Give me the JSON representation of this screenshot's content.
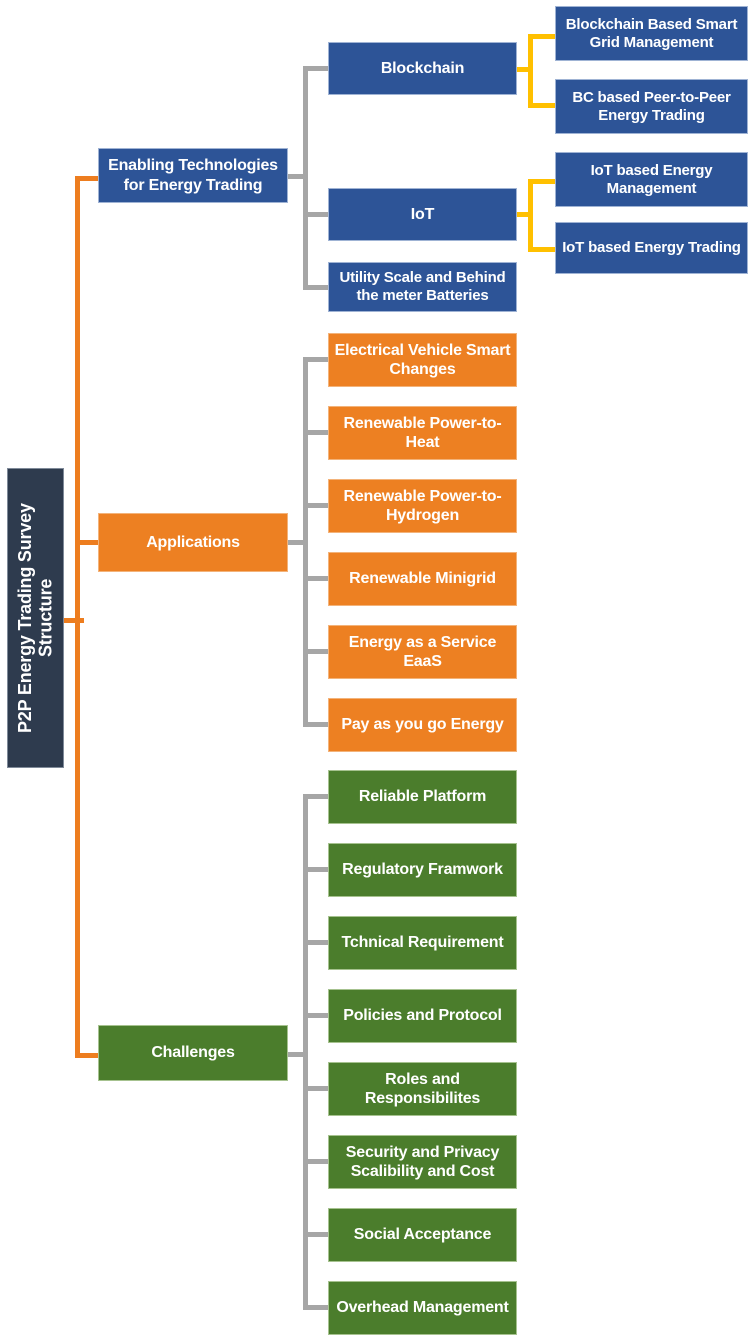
{
  "diagram": {
    "title": "P2P Energy Trading Survey Structure",
    "type": "tree-hierarchy",
    "colors": {
      "root": "#2e3b4e",
      "blue": "#2d5497",
      "orange": "#ed8022",
      "green": "#4b7d2c",
      "connector_orange": "#ed7d1f",
      "connector_gray": "#a6a6a6",
      "connector_yellow": "#ffc000",
      "text": "#ffffff"
    }
  },
  "root": {
    "label": "P2P Energy Trading Survey Structure"
  },
  "branches": [
    {
      "id": "enabling-technologies",
      "label": "Enabling Technologies for Energy Trading",
      "color": "blue",
      "children": [
        {
          "id": "blockchain",
          "label": "Blockchain",
          "children": [
            {
              "id": "blockchain-smart-grid",
              "label": "Blockchain Based Smart Grid Management"
            },
            {
              "id": "bc-p2p-energy-trading",
              "label": "BC based Peer-to-Peer Energy Trading"
            }
          ]
        },
        {
          "id": "iot",
          "label": "IoT",
          "children": [
            {
              "id": "iot-energy-management",
              "label": "IoT based Energy Management"
            },
            {
              "id": "iot-energy-trading",
              "label": "IoT based Energy Trading"
            }
          ]
        },
        {
          "id": "utility-scale-batteries",
          "label": "Utility Scale and Behind the meter Batteries",
          "children": []
        }
      ]
    },
    {
      "id": "applications",
      "label": "Applications",
      "color": "orange",
      "children": [
        {
          "id": "ev-smart-changes",
          "label": "Electrical Vehicle Smart Changes"
        },
        {
          "id": "renewable-power-to-heat",
          "label": "Renewable Power-to-Heat"
        },
        {
          "id": "renewable-power-to-hydrogen",
          "label": "Renewable Power-to-Hydrogen"
        },
        {
          "id": "renewable-minigrid",
          "label": "Renewable Minigrid"
        },
        {
          "id": "energy-as-a-service",
          "label": "Energy as a Service EaaS"
        },
        {
          "id": "pay-as-you-go-energy",
          "label": "Pay as you go Energy"
        }
      ]
    },
    {
      "id": "challenges",
      "label": "Challenges",
      "color": "green",
      "children": [
        {
          "id": "reliable-platform",
          "label": "Reliable Platform"
        },
        {
          "id": "regulatory-framwork",
          "label": "Regulatory Framwork"
        },
        {
          "id": "tchnical-requirement",
          "label": "Tchnical Requirement"
        },
        {
          "id": "policies-and-protocol",
          "label": "Policies and Protocol"
        },
        {
          "id": "roles-and-responsibilites",
          "label": "Roles and Responsibilites"
        },
        {
          "id": "security-privacy-scalibility-cost",
          "label": "Security and Privacy Scalibility and Cost"
        },
        {
          "id": "social-acceptance",
          "label": "Social Acceptance"
        },
        {
          "id": "overhead-management",
          "label": "Overhead Management"
        }
      ]
    }
  ]
}
